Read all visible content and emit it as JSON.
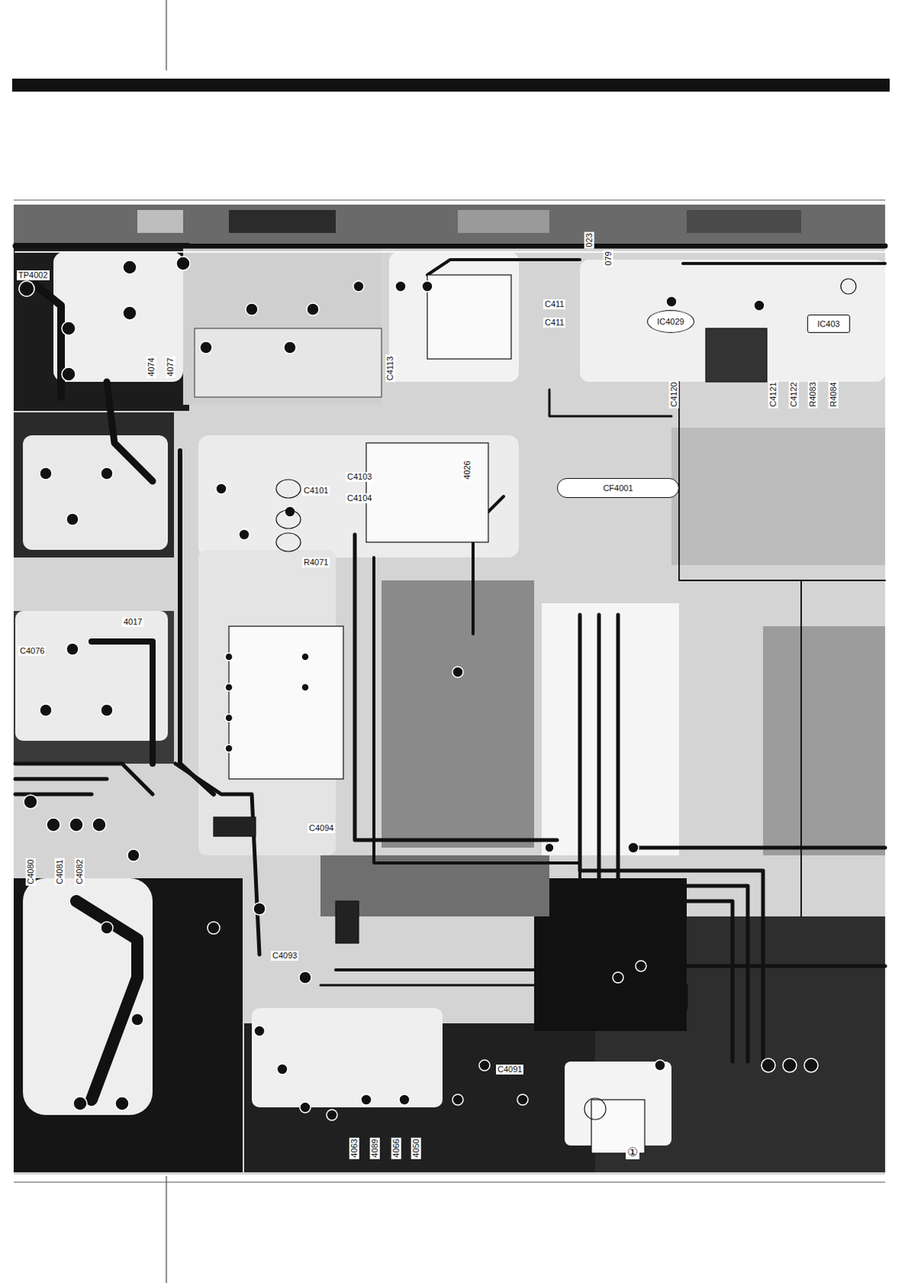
{
  "diagram": {
    "nodes": [
      {
        "text": [
          "CF4001"
        ]
      },
      {
        "text": [
          "IC4029"
        ]
      },
      {
        "text": [
          "IC403"
        ]
      }
    ],
    "labels": [
      "TP4002",
      "4074",
      "4077",
      "C4113",
      "C411",
      "C411",
      "023",
      "079",
      "C4120",
      "C4121",
      "C4122",
      "R4083",
      "R4084",
      "C4101",
      "C4103",
      "C4104",
      "4026",
      "R4071",
      "4017",
      "C4076",
      "C4080",
      "C4081",
      "C4082",
      "C4094",
      "C4093",
      "C4091",
      "4063",
      "4089",
      "4066",
      "4050",
      "①"
    ]
  }
}
